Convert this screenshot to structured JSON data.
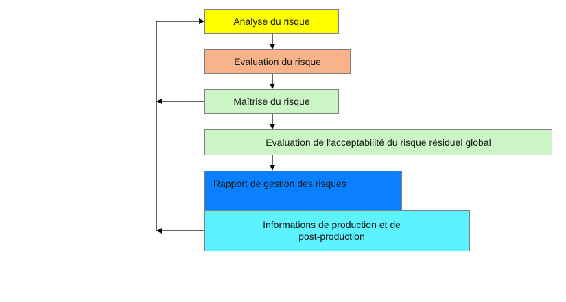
{
  "diagram": {
    "boxes": {
      "analyse": {
        "text": "Analyse du risque",
        "color": "#ffff00"
      },
      "evaluation": {
        "text": "Evaluation du risque",
        "color": "#f9b38a"
      },
      "maitrise": {
        "text": "Maîtrise du risque",
        "color": "#ccf5c6"
      },
      "acceptabilite": {
        "text": "Evaluation de l’acceptabilité du risque résiduel global",
        "color": "#ccf5c6"
      },
      "rapport": {
        "text": "Rapport de gestion des risques",
        "color": "#0a80ff"
      },
      "informations": {
        "text": "Informations de production et de\npost-production",
        "color": "#5cf2ff"
      }
    },
    "line_color": "#000000"
  }
}
